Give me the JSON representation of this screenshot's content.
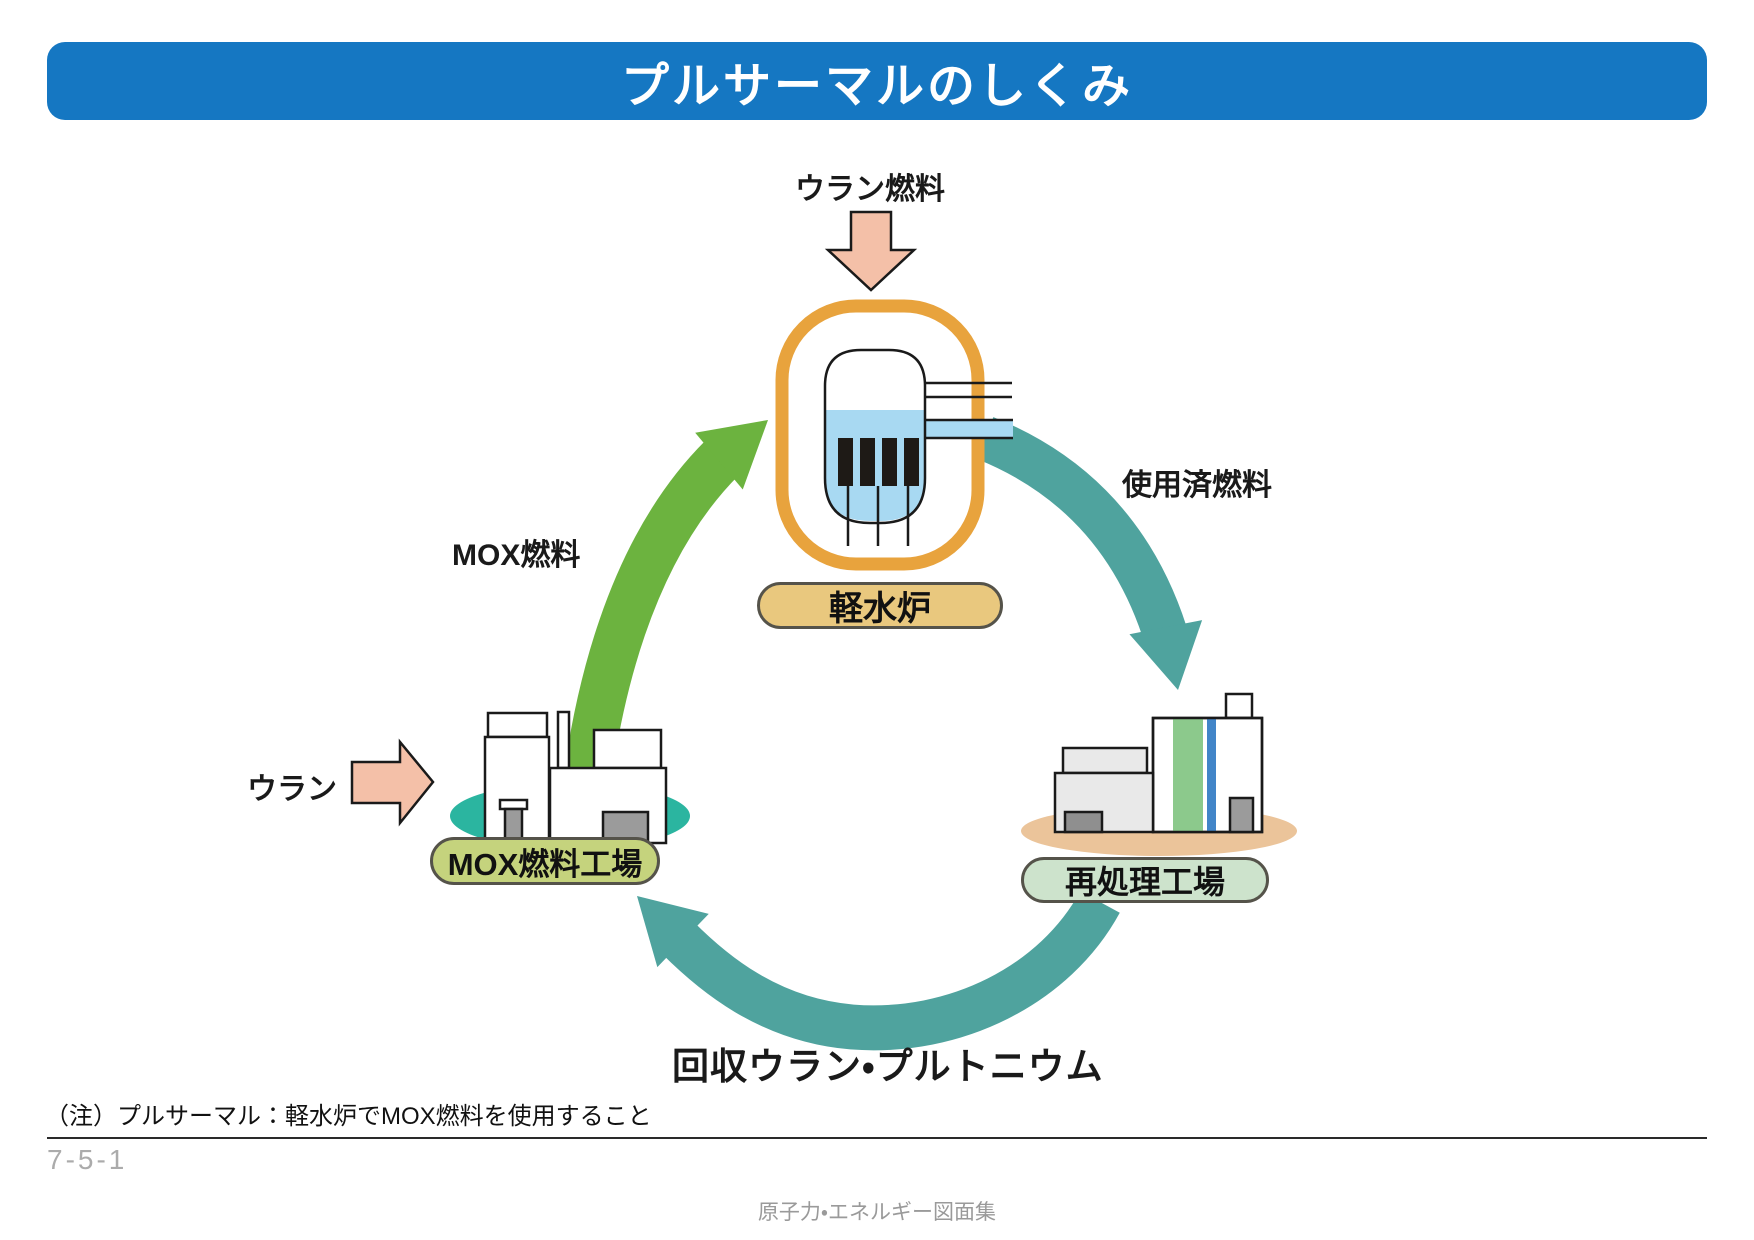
{
  "title": "プルサーマルのしくみ",
  "flow_labels": {
    "uranium_fuel": "ウラン燃料",
    "mox_fuel": "MOX燃料",
    "spent_fuel": "使用済燃料",
    "uranium": "ウラン",
    "recovered_u_pu": "回収ウラン・プルトニウム"
  },
  "facilities": {
    "reactor": "軽水炉",
    "mox_plant": "MOX燃料工場",
    "reprocessing": "再処理工場"
  },
  "note": "（注）プルサーマル：軽水炉でMOX燃料を使用すること",
  "page_number": "7-5-1",
  "footer": "原子力・エネルギー図面集",
  "colors": {
    "title_bar": "#1577C2",
    "pink_arrow": "#F4C0A8",
    "green_arrow": "#6CB33F",
    "teal_arrow": "#4FA39E",
    "containment": "#E8A33D",
    "reactor_water": "#A8D9F2",
    "reactor_pill": "#E9C87E",
    "mox_pill": "#C5D37D",
    "reprocessing_pill": "#CDE3CC",
    "mox_plant_base": "#2BB5A0",
    "reprocessing_base": "#EBC49A"
  }
}
